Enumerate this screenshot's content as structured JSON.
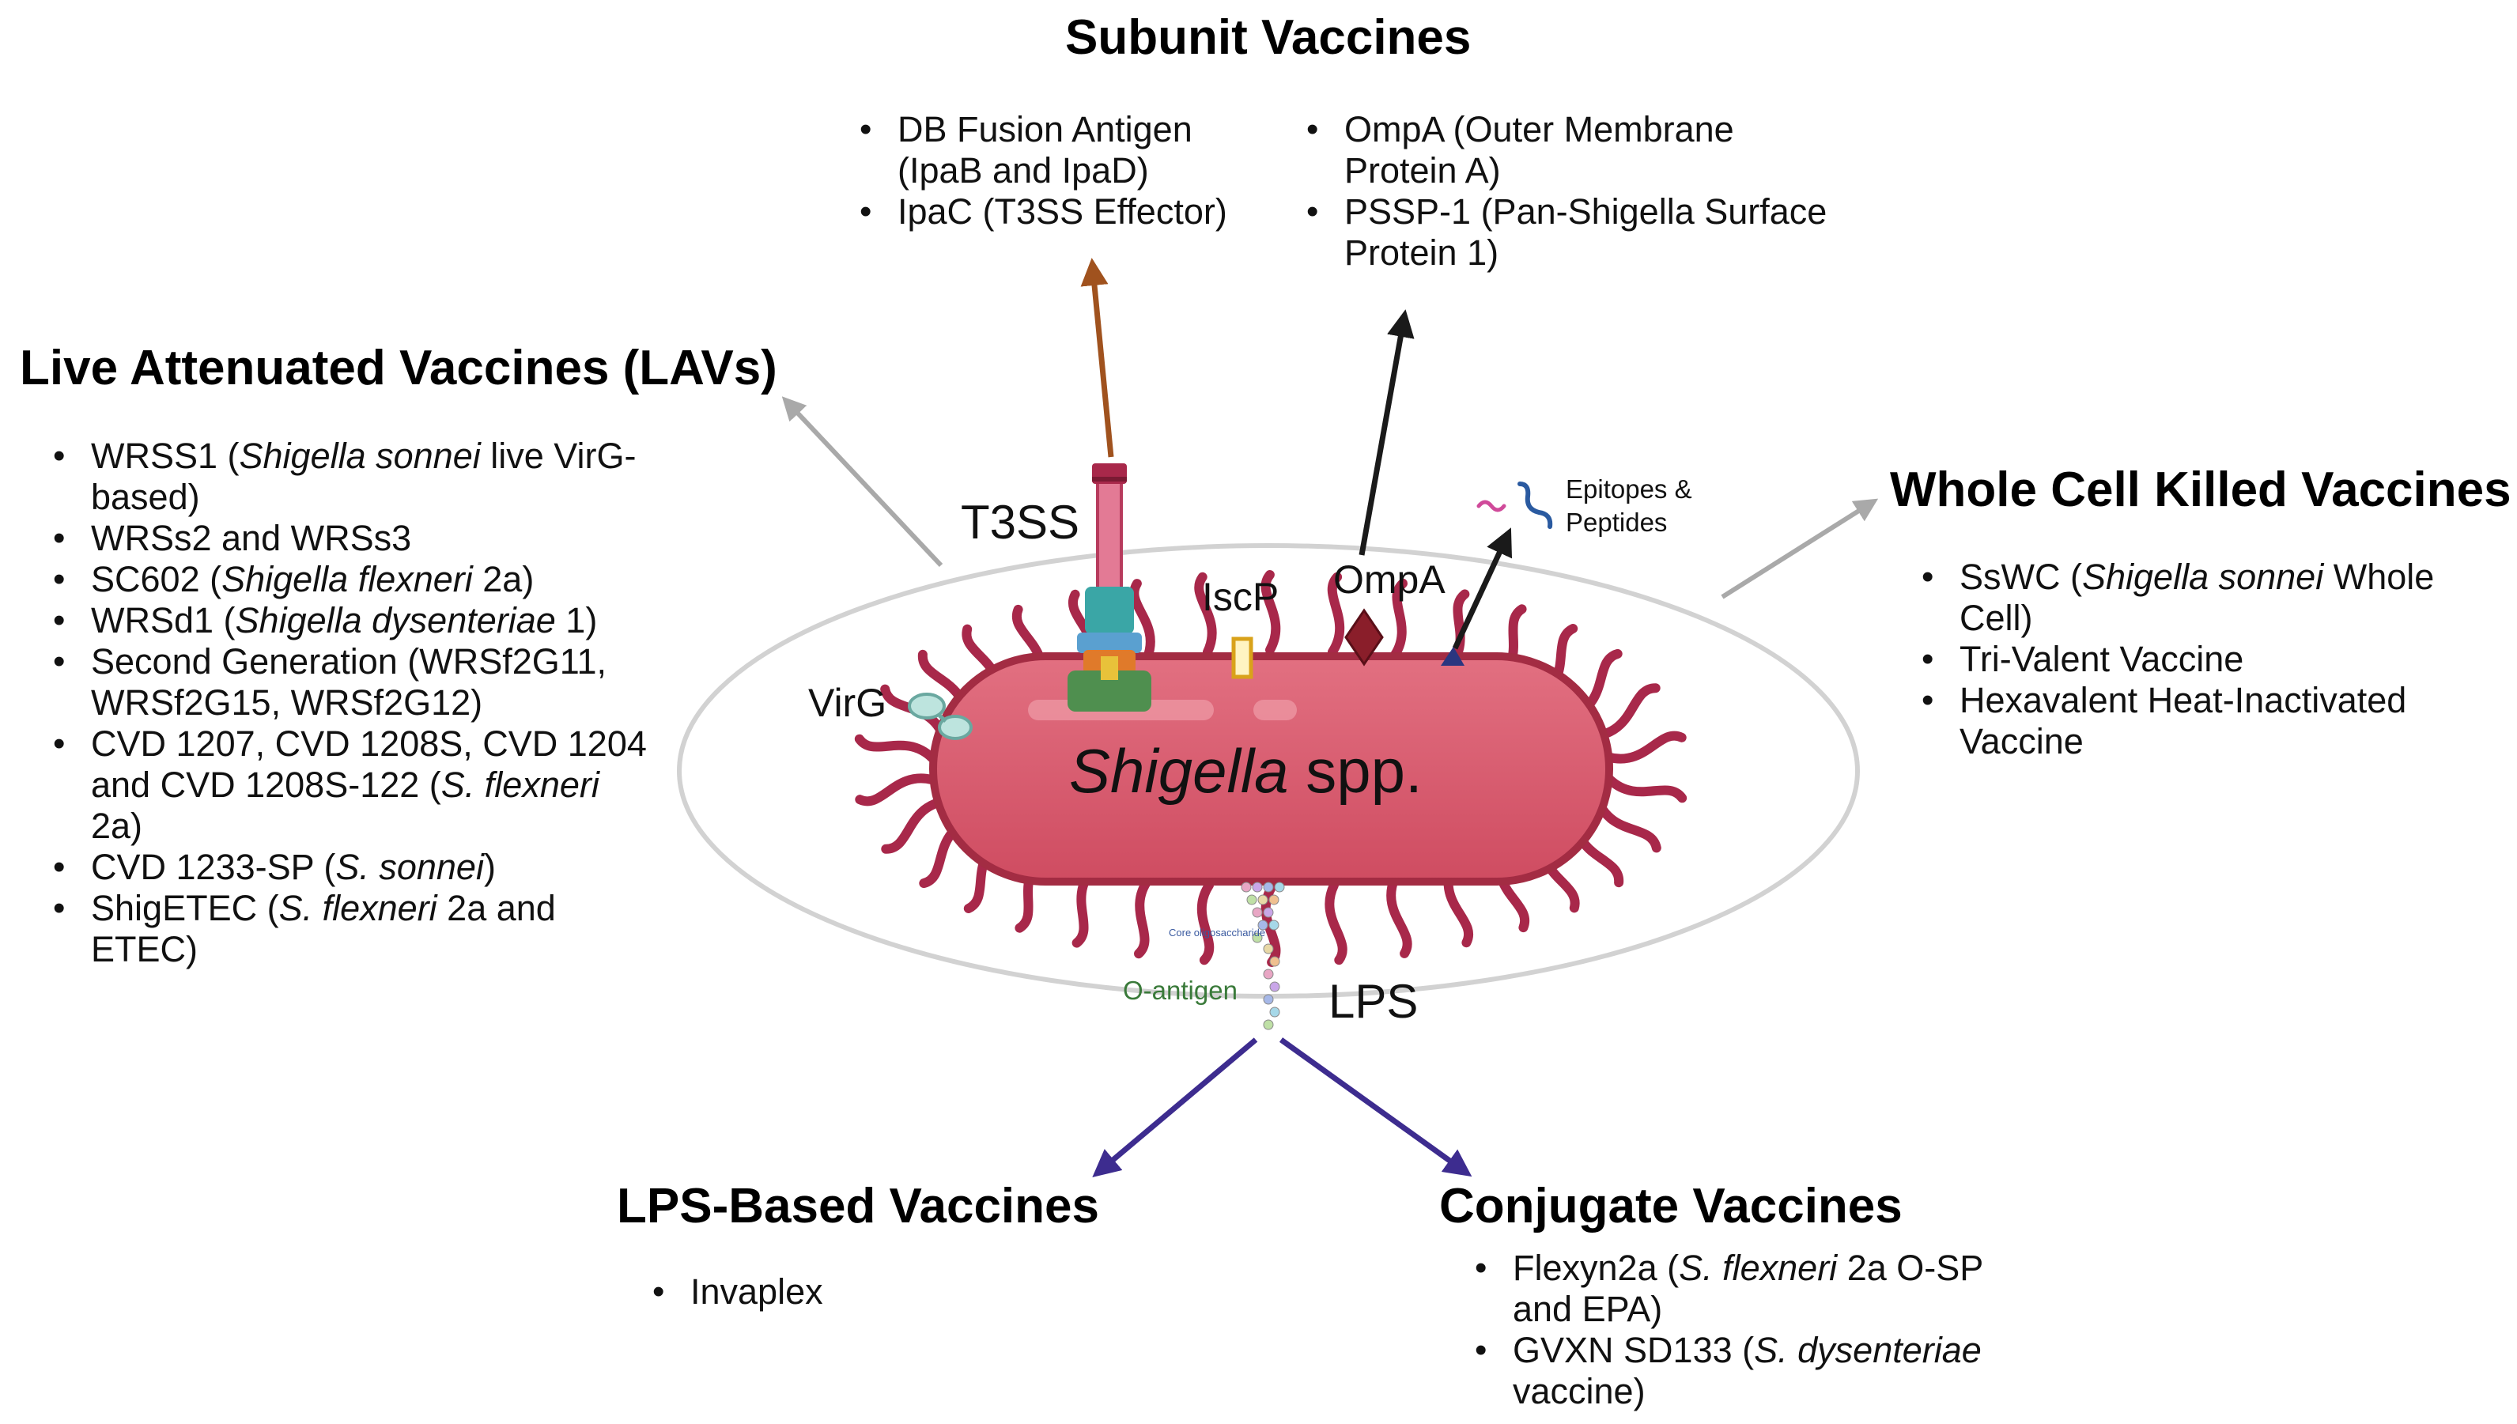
{
  "headings": {
    "subunit": "Subunit Vaccines",
    "lav": "Live Attenuated Vaccines (LAVs)",
    "wcv": "Whole Cell Killed Vaccines",
    "lps": "LPS-Based Vaccines",
    "conj": "Conjugate Vaccines"
  },
  "subunit_left": [
    {
      "parts": [
        {
          "t": "DB Fusion Antigen"
        }
      ]
    },
    {
      "cont": true,
      "parts": [
        {
          "t": "(IpaB and IpaD)"
        }
      ]
    },
    {
      "parts": [
        {
          "t": "IpaC (T3SS Effector)"
        }
      ]
    }
  ],
  "subunit_right": [
    {
      "parts": [
        {
          "t": "OmpA (Outer Membrane"
        }
      ]
    },
    {
      "cont": true,
      "parts": [
        {
          "t": "Protein A)"
        }
      ]
    },
    {
      "parts": [
        {
          "t": "PSSP-1 (Pan-Shigella Surface"
        }
      ]
    },
    {
      "cont": true,
      "parts": [
        {
          "t": "Protein 1)"
        }
      ]
    }
  ],
  "lav_items": [
    {
      "parts": [
        {
          "t": "WRSS1 ("
        },
        {
          "t": "Shigella sonnei",
          "i": true
        },
        {
          "t": " live VirG-"
        }
      ]
    },
    {
      "cont": true,
      "parts": [
        {
          "t": "based)"
        }
      ]
    },
    {
      "parts": [
        {
          "t": "WRSs2 and WRSs3"
        }
      ]
    },
    {
      "parts": [
        {
          "t": "SC602 ("
        },
        {
          "t": "Shigella flexneri",
          "i": true
        },
        {
          "t": " 2a)"
        }
      ]
    },
    {
      "parts": [
        {
          "t": "WRSd1 ("
        },
        {
          "t": "Shigella dysenteriae",
          "i": true
        },
        {
          "t": " 1)"
        }
      ]
    },
    {
      "parts": [
        {
          "t": "Second Generation (WRSf2G11,"
        }
      ]
    },
    {
      "cont": true,
      "parts": [
        {
          "t": "WRSf2G15, WRSf2G12)"
        }
      ]
    },
    {
      "parts": [
        {
          "t": "CVD 1207, CVD 1208S, CVD 1204"
        }
      ]
    },
    {
      "cont": true,
      "parts": [
        {
          "t": "and CVD 1208S-122 ("
        },
        {
          "t": "S. flexneri",
          "i": true
        }
      ]
    },
    {
      "cont": true,
      "parts": [
        {
          "t": "2a)"
        }
      ]
    },
    {
      "parts": [
        {
          "t": "CVD 1233-SP ("
        },
        {
          "t": "S. sonnei",
          "i": true
        },
        {
          "t": ")"
        }
      ]
    },
    {
      "parts": [
        {
          "t": "ShigETEC ("
        },
        {
          "t": "S. flexneri",
          "i": true
        },
        {
          "t": " 2a and"
        }
      ]
    },
    {
      "cont": true,
      "parts": [
        {
          "t": "ETEC)"
        }
      ]
    }
  ],
  "wcv_items": [
    {
      "parts": [
        {
          "t": "SsWC ("
        },
        {
          "t": "Shigella sonnei",
          "i": true
        },
        {
          "t": " Whole Cell)"
        }
      ]
    },
    {
      "parts": [
        {
          "t": "Tri-Valent Vaccine"
        }
      ]
    },
    {
      "parts": [
        {
          "t": "Hexavalent Heat-Inactivated"
        }
      ]
    },
    {
      "cont": true,
      "parts": [
        {
          "t": "Vaccine"
        }
      ]
    }
  ],
  "lps_items": [
    {
      "parts": [
        {
          "t": "Invaplex"
        }
      ]
    }
  ],
  "conj_items": [
    {
      "parts": [
        {
          "t": "Flexyn2a ("
        },
        {
          "t": "S. flexneri",
          "i": true
        },
        {
          "t": " 2a O-SP"
        }
      ]
    },
    {
      "cont": true,
      "parts": [
        {
          "t": "and EPA)"
        }
      ]
    },
    {
      "parts": [
        {
          "t": "GVXN SD133 ("
        },
        {
          "t": "S. dysenteriae",
          "i": true
        }
      ]
    },
    {
      "cont": true,
      "parts": [
        {
          "t": "vaccine)"
        }
      ]
    }
  ],
  "labels": {
    "t3ss": "T3SS",
    "iscp": "IscP",
    "ompa": "OmpA",
    "virg": "VirG",
    "lps": "LPS",
    "o_antigen": "O-antigen",
    "epitopes_1": "Epitopes &",
    "epitopes_2": "Peptides",
    "shigella": "Shigella",
    "spp": " spp.",
    "core_os": "Core oligosaccharide"
  },
  "colors": {
    "body_fill": "#d95c6e",
    "body_stroke": "#a32c43",
    "flagella": "#a8284a",
    "arrow_gray": "#a9a9a9",
    "arrow_brown": "#a0521e",
    "arrow_black": "#1a1a1a",
    "arrow_purple": "#3d2c8f",
    "oantigen_text": "#3a7a3a"
  }
}
